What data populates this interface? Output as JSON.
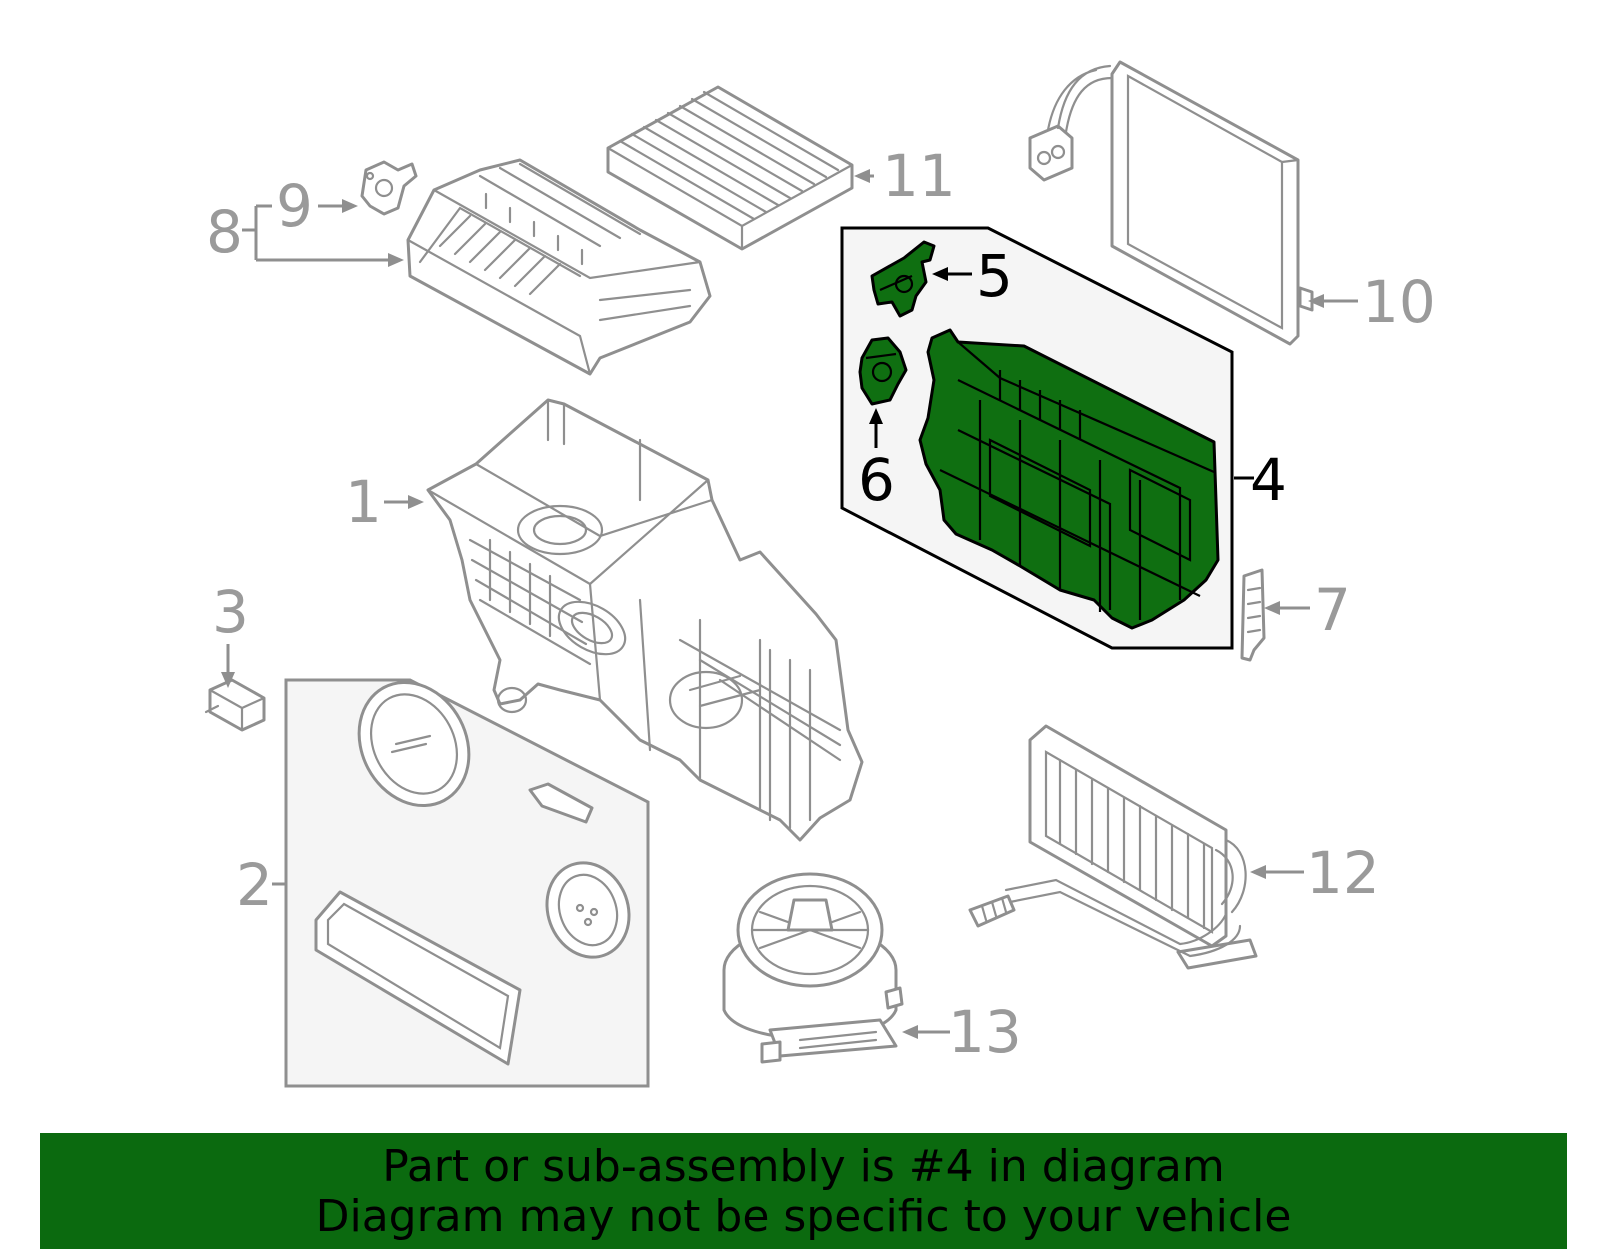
{
  "callouts": {
    "c1": "1",
    "c2": "2",
    "c3": "3",
    "c4": "4",
    "c5": "5",
    "c6": "6",
    "c7": "7",
    "c8": "8",
    "c9": "9",
    "c10": "10",
    "c11": "11",
    "c12": "12",
    "c13": "13"
  },
  "highlighted_part": "4",
  "colors": {
    "highlight": "#0f6f11",
    "banner": "#0b6a0f",
    "line_art": "#8f8f8f",
    "callout_inactive": "#9a9a9a",
    "callout_active": "#000000"
  },
  "banner": {
    "line1": "Part or sub-assembly is #4 in diagram",
    "line2": "Diagram may not be specific to your vehicle"
  }
}
